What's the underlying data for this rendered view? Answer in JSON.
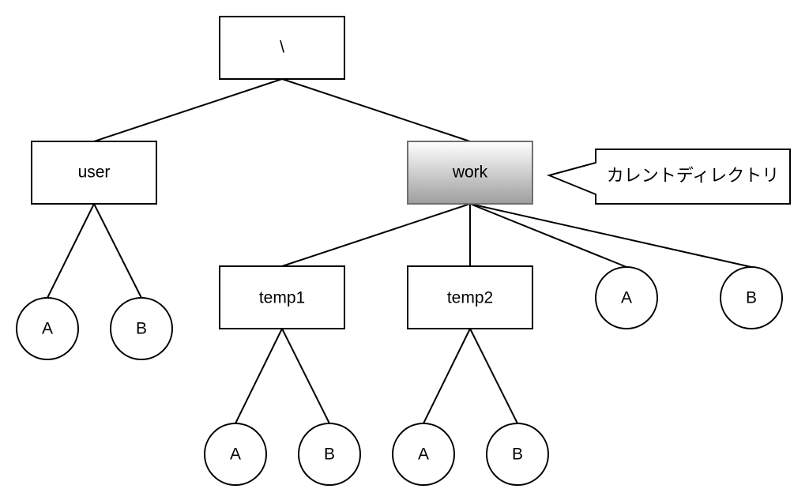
{
  "diagram": {
    "nodes": {
      "root": {
        "label": "\\",
        "shape": "box"
      },
      "user": {
        "label": "user",
        "shape": "box"
      },
      "work": {
        "label": "work",
        "shape": "box",
        "highlighted": true
      },
      "user_a": {
        "label": "A",
        "shape": "circle"
      },
      "user_b": {
        "label": "B",
        "shape": "circle"
      },
      "temp1": {
        "label": "temp1",
        "shape": "box"
      },
      "temp2": {
        "label": "temp2",
        "shape": "box"
      },
      "work_a": {
        "label": "A",
        "shape": "circle"
      },
      "work_b": {
        "label": "B",
        "shape": "circle"
      },
      "temp1_a": {
        "label": "A",
        "shape": "circle"
      },
      "temp1_b": {
        "label": "B",
        "shape": "circle"
      },
      "temp2_a": {
        "label": "A",
        "shape": "circle"
      },
      "temp2_b": {
        "label": "B",
        "shape": "circle"
      }
    },
    "edges": [
      [
        "root",
        "user"
      ],
      [
        "root",
        "work"
      ],
      [
        "user",
        "user_a"
      ],
      [
        "user",
        "user_b"
      ],
      [
        "work",
        "temp1"
      ],
      [
        "work",
        "temp2"
      ],
      [
        "work",
        "work_a"
      ],
      [
        "work",
        "work_b"
      ],
      [
        "temp1",
        "temp1_a"
      ],
      [
        "temp1",
        "temp1_b"
      ],
      [
        "temp2",
        "temp2_a"
      ],
      [
        "temp2",
        "temp2_b"
      ]
    ],
    "callout": {
      "label": "カレントディレクトリ",
      "target": "work"
    },
    "colors": {
      "highlight_top": "#ffffff",
      "highlight_bottom": "#9e9e9e",
      "highlight_border": "#6f6f6f",
      "line": "#000000"
    }
  }
}
